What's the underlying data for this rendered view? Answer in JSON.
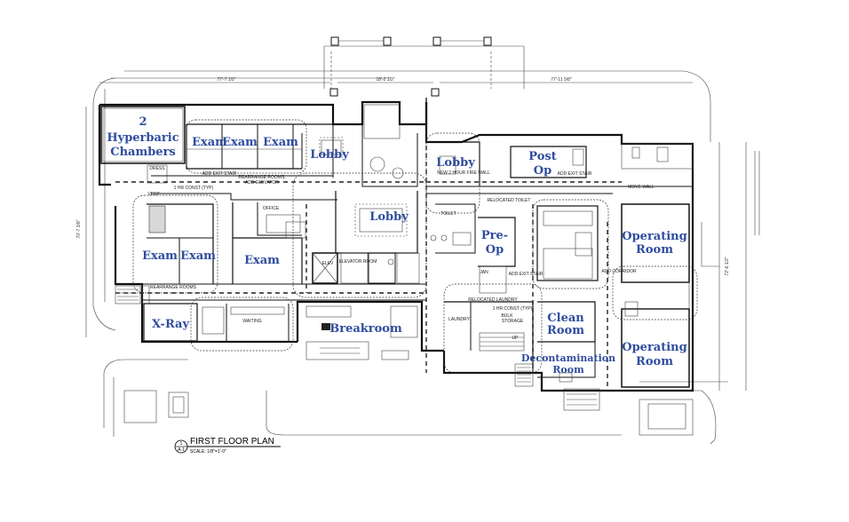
{
  "plan": {
    "title": "FIRST FLOOR PLAN",
    "scale": "SCALE: 1/8\"=1'-0\"",
    "detail_number": "1",
    "sheet_number": "A-1"
  },
  "rooms": {
    "hyperbaric_1": "2",
    "hyperbaric_2": "Hyperbaric",
    "hyperbaric_3": "Chambers",
    "exam_top_1": "Exam",
    "exam_top_2": "Exam",
    "exam_top_3": "Exam",
    "lobby_top": "Lobby",
    "lobby_right": "Lobby",
    "lobby_center": "Lobby",
    "post_op_1": "Post",
    "post_op_2": "Op",
    "pre_op_1": "Pre-",
    "pre_op_2": "Op",
    "exam_left_1": "Exam",
    "exam_left_2": "Exam",
    "exam_center": "Exam",
    "operating_1_a": "Operating",
    "operating_1_b": "Room",
    "operating_2_a": "Operating",
    "operating_2_b": "Room",
    "xray": "X-Ray",
    "breakroom": "Breakroom",
    "clean_1": "Clean",
    "clean_2": "Room",
    "decon_1": "Decontamination",
    "decon_2": "Room"
  },
  "notes": {
    "dims_top_left": "77'-7 1/2\"",
    "dims_top_mid": "18'-2 1/2\"",
    "dims_top_right": "77'-11 5/8\"",
    "dims_left": "70'-7 3/8\"",
    "dims_right": "72'-6 1/2\"",
    "dress": "DRESS",
    "vest": "VEST",
    "add_exit_stair_1": "ADD EXIT STAIR",
    "rearrange_1": "REARRANGE ROOMS,",
    "rearrange_1b": "ADD ELEVATOR",
    "hr_const": "1 HR CONST (TYP)",
    "office": "OFFICE",
    "elev": "ELEV",
    "elevator_room": "ELEVATOR ROOM",
    "new_2hr_fire_wall": "NEW 2 HOUR FIRE WALL",
    "relocated_toilet": "RELOCATED TOILET",
    "toilet": "TOILET",
    "jan": "JAN",
    "add_exit_stair_2": "ADD EXIT STAIR",
    "add_exit_stair_3": "ADD EXIT STAIR",
    "add_corridor": "ADD CORRIDOR",
    "move_wall": "MOVE WALL",
    "rearrange_2": "REARRANGE ROOMS",
    "waiting": "WAITING",
    "relocated_laundry": "RELOCATED LAUNDRY",
    "laundry": "LAUNDRY",
    "bulk_1": "BULK",
    "bulk_2": "STORAGE",
    "hr_const_2": "1 HR CONST (TYP)",
    "up": "UP"
  }
}
